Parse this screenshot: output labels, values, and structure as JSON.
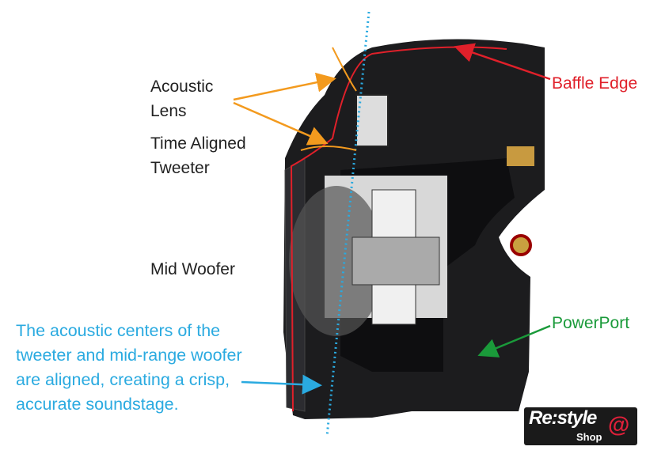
{
  "labels": {
    "acoustic_lens": [
      "Acoustic",
      "Lens"
    ],
    "time_aligned_tweeter": [
      "Time Aligned",
      "Tweeter"
    ],
    "mid_woofer": "Mid Woofer",
    "baffle_edge": "Baffle Edge",
    "powerport": "PowerPort",
    "caption": [
      "The acoustic centers of the",
      "tweeter and mid-range woofer",
      "are aligned, creating a crisp,",
      "accurate soundstage."
    ]
  },
  "logo": {
    "text": "Re:style",
    "sub": "Shop",
    "symbol": "@"
  },
  "colors": {
    "orange": "#f39a1e",
    "red": "#e0202a",
    "green": "#1a9a3a",
    "blue": "#2aaae0",
    "body": "#1c1c1e"
  }
}
